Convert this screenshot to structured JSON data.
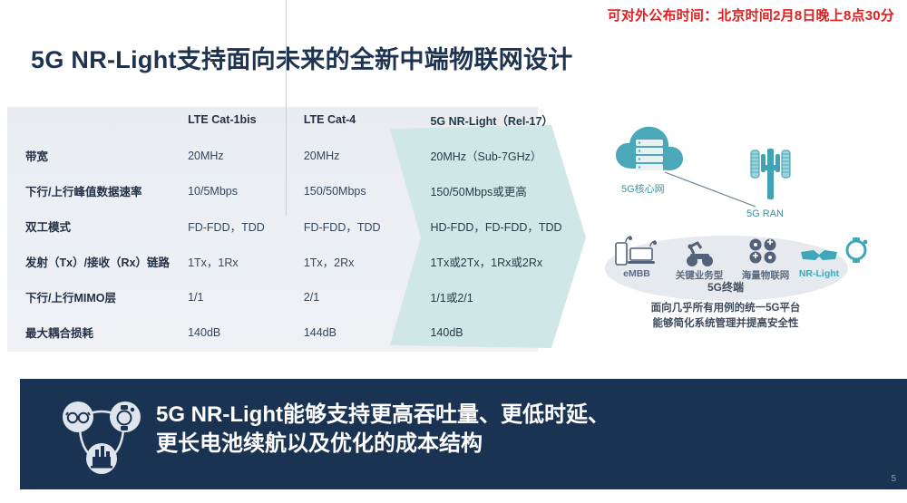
{
  "embargo_notice": "可对外公布时间：北京时间2月8日晚上8点30分",
  "page_title": "5G NR-Light支持面向未来的全新中端物联网设计",
  "page_number": "5",
  "comparison_table": {
    "columns": [
      {
        "id": "metric",
        "header": ""
      },
      {
        "id": "cat1bis",
        "header": "LTE Cat-1bis"
      },
      {
        "id": "cat4",
        "header": "LTE Cat-4"
      },
      {
        "id": "nrlight",
        "header": "5G NR-Light（Rel-17）"
      }
    ],
    "rows": [
      {
        "label": "带宽",
        "cat1bis": "20MHz",
        "cat4": "20MHz",
        "nrlight": "20MHz（Sub-7GHz）"
      },
      {
        "label": "下行/上行峰值数据速率",
        "cat1bis": "10/5Mbps",
        "cat4": "150/50Mbps",
        "nrlight": "150/50Mbps或更高"
      },
      {
        "label": "双工模式",
        "cat1bis": "FD-FDD，TDD",
        "cat4": "FD-FDD，TDD",
        "nrlight": "HD-FDD，FD-FDD，TDD"
      },
      {
        "label": "发射（Tx）/接收（Rx）链路",
        "cat1bis": "1Tx，1Rx",
        "cat4": "1Tx，2Rx",
        "nrlight": "1Tx或2Tx，1Rx或2Rx"
      },
      {
        "label": "下行/上行MIMO层",
        "cat1bis": "1/1",
        "cat4": "2/1",
        "nrlight": "1/1或2/1"
      },
      {
        "label": "最大耦合损耗",
        "cat1bis": "140dB",
        "cat4": "144dB",
        "nrlight": "140dB"
      }
    ],
    "highlight_color": "#cfe7e6",
    "card_color": "#eceff3"
  },
  "network_diagram": {
    "core_label": "5G核心网",
    "ran_label": "5G RAN",
    "terminals_label": "5G终端",
    "devices": [
      {
        "name": "eMBB",
        "icon": "phone-laptop-icon",
        "accent": false
      },
      {
        "name": "关键业务型",
        "icon": "robot-arm-icon",
        "accent": false
      },
      {
        "name": "海量物联网",
        "icon": "iot-dots-icon",
        "accent": false
      },
      {
        "name": "NR-Light",
        "icon": "ar-glasses-icon",
        "accent": true
      }
    ],
    "caption_line1": "面向几乎所有用例的统一5G平台",
    "caption_line2": "能够简化系统管理并提高安全性",
    "accent_color": "#3ea8b8"
  },
  "bottom_banner": {
    "text": "5G NR-Light能够支持更高吞吐量、更低时延、\n更长电池续航以及优化的成本结构",
    "background_color": "#1b3353",
    "icons": [
      "glasses-icon",
      "smartwatch-icon",
      "factory-icon"
    ]
  }
}
